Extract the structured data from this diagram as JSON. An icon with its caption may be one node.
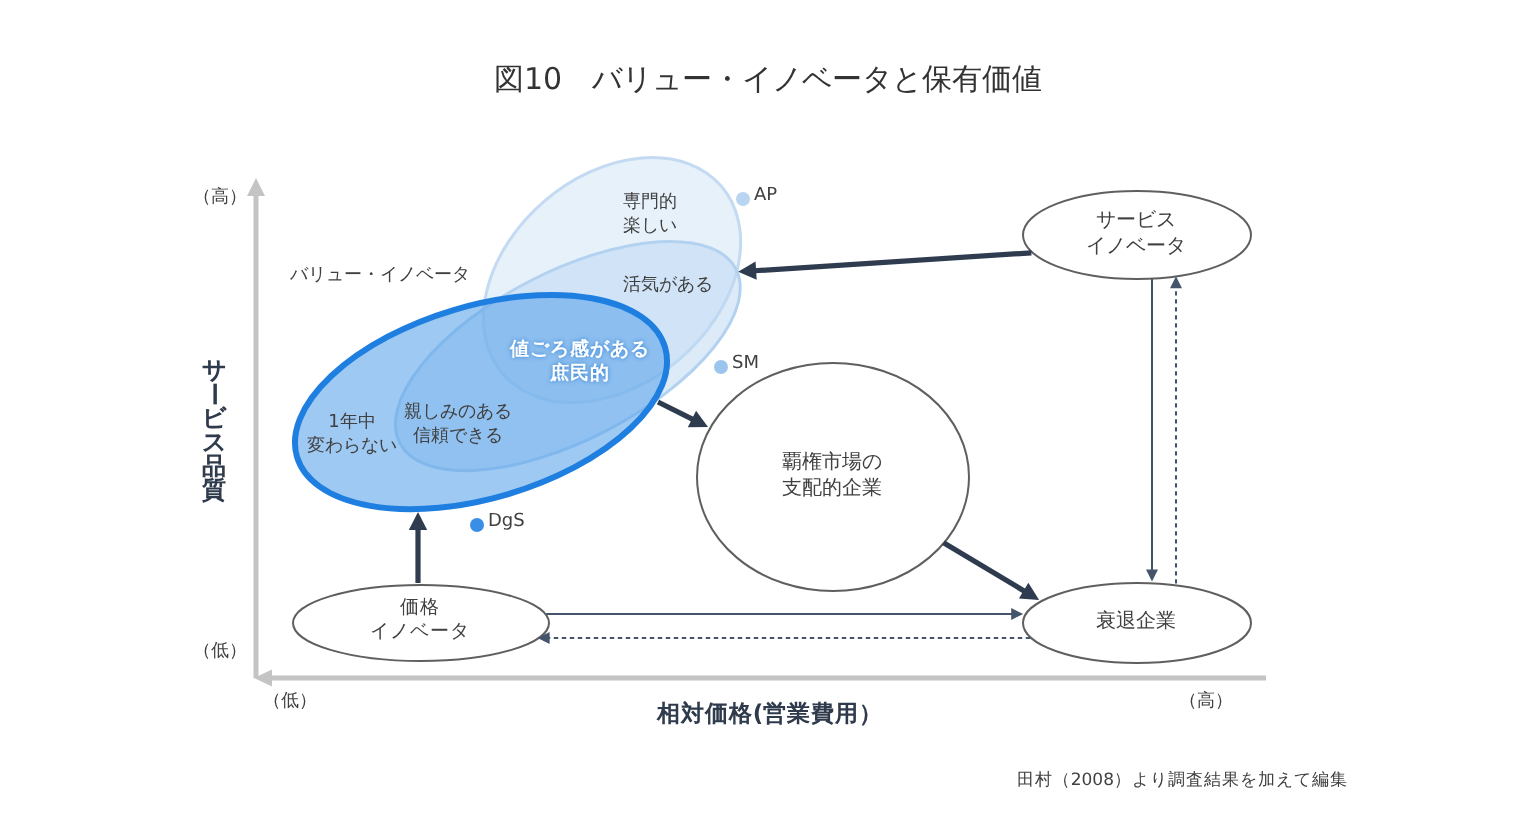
{
  "diagram": {
    "title": "図10　バリュー・イノベータと保有価値",
    "caption": "田村（2008）より調査結果を加えて編集",
    "nodes": [
      {
        "text": [
          "専門的楽しい",
          "活気がある",
          "値ごろ感がある庶民的"
        ],
        "beside": [
          "AP"
        ]
      },
      {
        "text": [
          "サービスイノベータ"
        ]
      },
      {
        "text": [
          "親しみのある信頼できる"
        ],
        "beside": [
          "SM"
        ]
      },
      {
        "text": [
          "1年中変わらない"
        ],
        "beside": [
          "DgS"
        ]
      },
      {
        "text": [
          "覇権市場の支配的企業"
        ]
      },
      {
        "text": [
          "価格イノベータ"
        ]
      },
      {
        "text": [
          "衰退企業"
        ]
      }
    ],
    "edges": [
      {
        "from": 1,
        "to": 0,
        "arrow": "to",
        "style": "thick"
      },
      {
        "from": 2,
        "to": 4,
        "arrow": "to",
        "style": "thick"
      },
      {
        "from": 4,
        "to": 6,
        "arrow": "to",
        "style": "thick"
      },
      {
        "from": 5,
        "to": 3,
        "arrow": "to",
        "style": "thick"
      },
      {
        "from": 5,
        "to": 6,
        "arrow": "to"
      },
      {
        "from": 6,
        "to": 5,
        "arrow": "to",
        "style": "dashed"
      },
      {
        "from": 1,
        "to": 6,
        "arrow": "to"
      },
      {
        "from": 6,
        "to": 1,
        "arrow": "to",
        "style": "dashed"
      }
    ],
    "labels": [
      "（高）",
      "バリュー・イノベータ",
      "サービス品質",
      "（低）",
      "（低）",
      "相対価格(営業費用）",
      "（高）"
    ]
  }
}
